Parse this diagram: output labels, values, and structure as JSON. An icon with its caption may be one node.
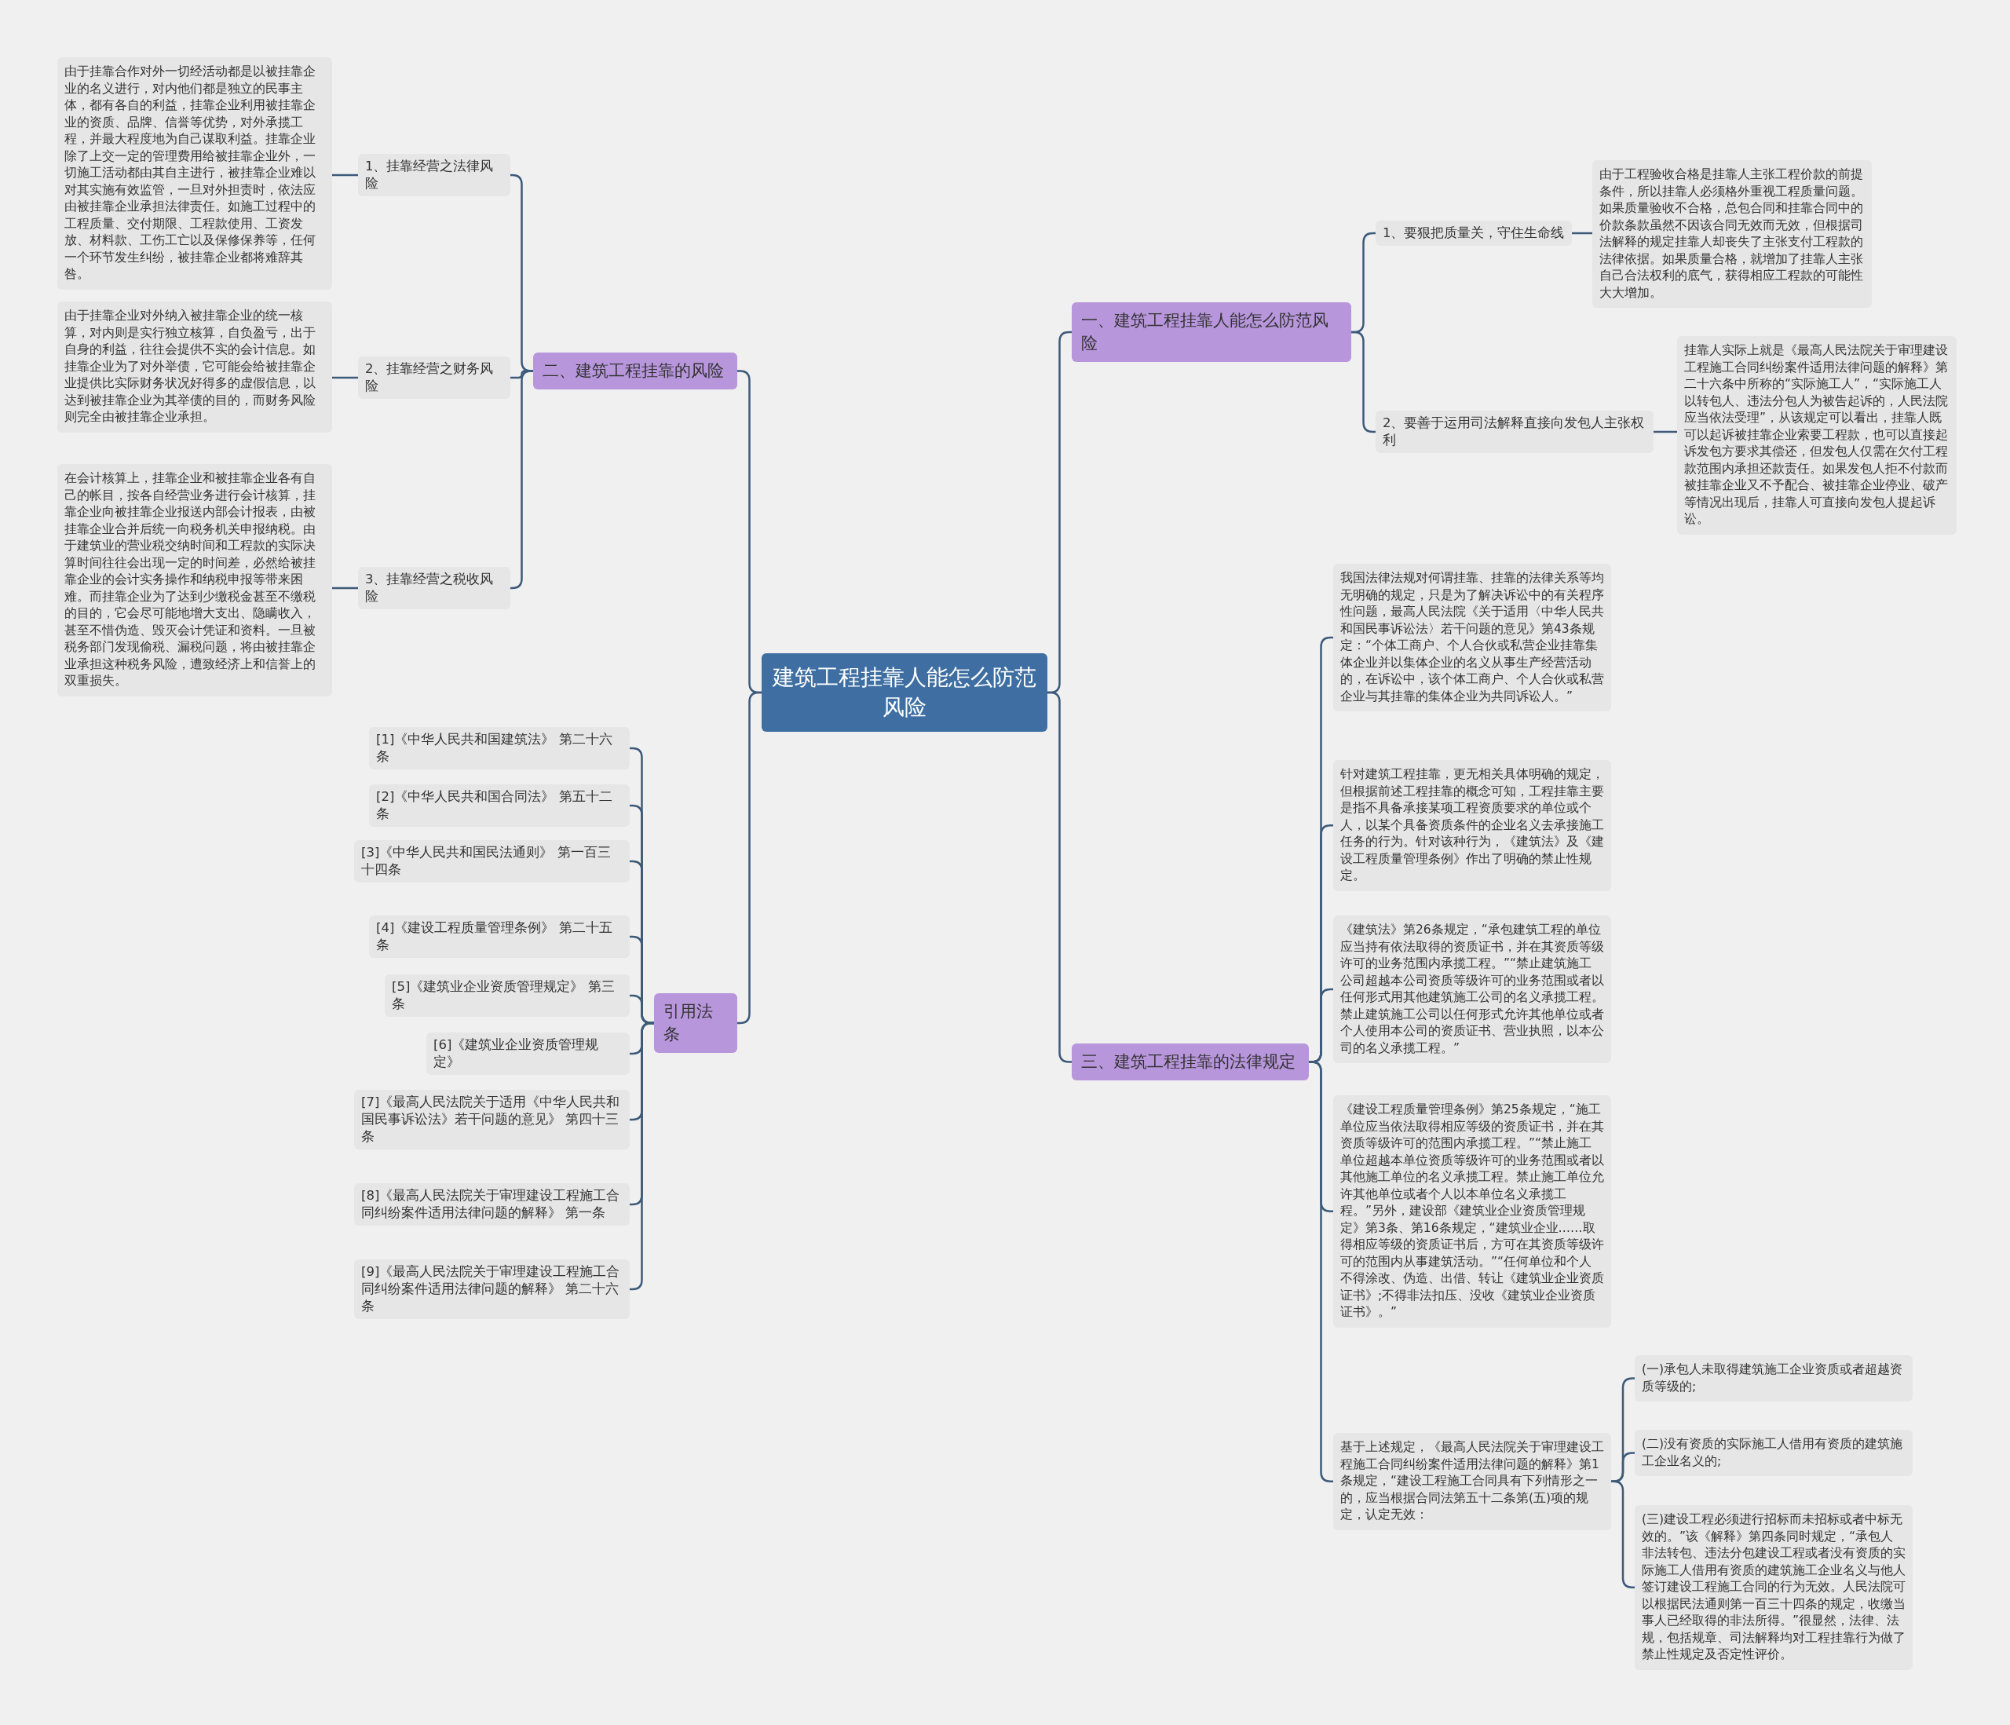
{
  "diagram": {
    "nodes": [
      {
        "text": [
          "建筑工程挂靠人能怎么防范风险"
        ]
      },
      {
        "text": [
          "一、建筑工程挂靠人能怎么防范风险"
        ]
      },
      {
        "text": [
          "1、要狠把质量关，守住生命线"
        ]
      },
      {
        "text": [
          "由于工程验收合格是挂靠人主张工程价款的前提条件，所以挂靠人必须格外重视工程质量问题。如果质量验收不合格，总包合同和挂靠合同中的价款条款虽然不因该合同无效而无效，但根据司法解释的规定挂靠人却丧失了主张支付工程款的法律依据。如果质量合格，就增加了挂靠人主张自己合法权利的底气，获得相应工程款的可能性大大增加。"
        ]
      },
      {
        "text": [
          "2、要善于运用司法解释直接向发包人主张权利"
        ]
      },
      {
        "text": [
          "挂靠人实际上就是《最高人民法院关于审理建设工程施工合同纠纷案件适用法律问题的解释》第二十六条中所称的“实际施工人”，“实际施工人以转包人、违法分包人为被告起诉的，人民法院应当依法受理”，从该规定可以看出，挂靠人既可以起诉被挂靠企业索要工程款，也可以直接起诉发包方要求其偿还，但发包人仅需在欠付工程款范围内承担还款责任。如果发包人拒不付款而被挂靠企业又不予配合、被挂靠企业停业、破产等情况出现后，挂靠人可直接向发包人提起诉讼。"
        ]
      },
      {
        "text": [
          "二、建筑工程挂靠的风险"
        ]
      },
      {
        "text": [
          "1、挂靠经营之法律风险"
        ]
      },
      {
        "text": [
          "由于挂靠合作对外一切经活动都是以被挂靠企业的名义进行，对内他们都是独立的民事主体，都有各自的利益，挂靠企业利用被挂靠企业的资质、品牌、信誉等优势，对外承揽工程，并最大程度地为自己谋取利益。挂靠企业除了上交一定的管理费用给被挂靠企业外，一切施工活动都由其自主进行，被挂靠企业难以对其实施有效监管，一旦对外担责时，依法应由被挂靠企业承担法律责任。如施工过程中的工程质量、交付期限、工程款使用、工资发放、材料款、工伤工亡以及保修保养等，任何一个环节发生纠纷，被挂靠企业都将难辞其咎。"
        ]
      },
      {
        "text": [
          "2、挂靠经营之财务风险"
        ]
      },
      {
        "text": [
          "由于挂靠企业对外纳入被挂靠企业的统一核算，对内则是实行独立核算，自负盈亏，出于自身的利益，往往会提供不实的会计信息。如挂靠企业为了对外举债，它可能会给被挂靠企业提供比实际财务状况好得多的虚假信息，以达到被挂靠企业为其举债的目的，而财务风险则完全由被挂靠企业承担。"
        ]
      },
      {
        "text": [
          "3、挂靠经营之税收风险"
        ]
      },
      {
        "text": [
          "在会计核算上，挂靠企业和被挂靠企业各有自己的帐目，按各自经营业务进行会计核算，挂靠企业向被挂靠企业报送内部会计报表，由被挂靠企业合并后统一向税务机关申报纳税。由于建筑业的营业税交纳时间和工程款的实际决算时间往往会出现一定的时间差，必然给被挂靠企业的会计实务操作和纳税申报等带来困难。而挂靠企业为了达到少缴税金甚至不缴税的目的，它会尽可能地增大支出、隐瞒收入，甚至不惜伪造、毁灭会计凭证和资料。一旦被税务部门发现偷税、漏税问题，将由被挂靠企业承担这种税务风险，遭致经济上和信誉上的双重损失。"
        ]
      },
      {
        "text": [
          "三、建筑工程挂靠的法律规定"
        ]
      },
      {
        "text": [
          "我国法律法规对何谓挂靠、挂靠的法律关系等均无明确的规定，只是为了解决诉讼中的有关程序性问题，最高人民法院《关于适用〈中华人民共和国民事诉讼法〉若干问题的意见》第43条规定：“个体工商户、个人合伙或私营企业挂靠集体企业并以集体企业的名义从事生产经营活动的，在诉讼中，该个体工商户、个人合伙或私营企业与其挂靠的集体企业为共同诉讼人。”"
        ]
      },
      {
        "text": [
          "针对建筑工程挂靠，更无相关具体明确的规定，但根据前述工程挂靠的概念可知，工程挂靠主要是指不具备承接某项工程资质要求的单位或个人，以某个具备资质条件的企业名义去承接施工任务的行为。针对该种行为，《建筑法》及《建设工程质量管理条例》作出了明确的禁止性规定。"
        ]
      },
      {
        "text": [
          "《建筑法》第26条规定，“承包建筑工程的单位应当持有依法取得的资质证书，并在其资质等级许可的业务范围内承揽工程。”“禁止建筑施工公司超越本公司资质等级许可的业务范围或者以任何形式用其他建筑施工公司的名义承揽工程。禁止建筑施工公司以任何形式允许其他单位或者个人使用本公司的资质证书、营业执照，以本公司的名义承揽工程。”"
        ]
      },
      {
        "text": [
          "《建设工程质量管理条例》第25条规定，“施工单位应当依法取得相应等级的资质证书，并在其资质等级许可的范围内承揽工程。”“禁止施工单位超越本单位资质等级许可的业务范围或者以其他施工单位的名义承揽工程。禁止施工单位允许其他单位或者个人以本单位名义承揽工程。”另外，建设部《建筑业企业资质管理规定》第3条、第16条规定，“建筑业企业……取得相应等级的资质证书后，方可在其资质等级许可的范围内从事建筑活动。”“任何单位和个人不得涂改、伪造、出借、转让《建筑业企业资质证书》;不得非法扣压、没收《建筑业企业资质证书》。”"
        ]
      },
      {
        "text": [
          "基于上述规定，《最高人民法院关于审理建设工程施工合同纠纷案件适用法律问题的解释》第1条规定，“建设工程施工合同具有下列情形之一的，应当根据合同法第五十二条第(五)项的规定，认定无效："
        ]
      },
      {
        "text": [
          "(一)承包人未取得建筑施工企业资质或者超越资质等级的;"
        ]
      },
      {
        "text": [
          "(二)没有资质的实际施工人借用有资质的建筑施工企业名义的;"
        ]
      },
      {
        "text": [
          "(三)建设工程必须进行招标而未招标或者中标无效的。”该《解释》第四条同时规定，“承包人非法转包、违法分包建设工程或者没有资质的实际施工人借用有资质的建筑施工企业名义与他人签订建设工程施工合同的行为无效。人民法院可以根据民法通则第一百三十四条的规定，收缴当事人已经取得的非法所得。”很显然，法律、法规，包括规章、司法解释均对工程挂靠行为做了禁止性规定及否定性评价。"
        ]
      },
      {
        "text": [
          "引用法条"
        ]
      },
      {
        "text": [
          "[1]《中华人民共和国建筑法》 第二十六条"
        ]
      },
      {
        "text": [
          "[2]《中华人民共和国合同法》 第五十二条"
        ]
      },
      {
        "text": [
          "[3]《中华人民共和国民法通则》 第一百三十四条"
        ]
      },
      {
        "text": [
          "[4]《建设工程质量管理条例》 第二十五条"
        ]
      },
      {
        "text": [
          "[5]《建筑业企业资质管理规定》 第三条"
        ]
      },
      {
        "text": [
          "[6]《建筑业企业资质管理规定》"
        ]
      },
      {
        "text": [
          "[7]《最高人民法院关于适用《中华人民共和国民事诉讼法》若干问题的意见》 第四十三条"
        ]
      },
      {
        "text": [
          "[8]《最高人民法院关于审理建设工程施工合同纠纷案件适用法律问题的解释》 第一条"
        ]
      },
      {
        "text": [
          "[9]《最高人民法院关于审理建设工程施工合同纠纷案件适用法律问题的解释》 第二十六条"
        ]
      }
    ],
    "edges": [
      {
        "from": 0,
        "to": 1,
        "arrow": "none"
      },
      {
        "from": 1,
        "to": 2,
        "arrow": "none"
      },
      {
        "from": 2,
        "to": 3,
        "arrow": "none"
      },
      {
        "from": 1,
        "to": 4,
        "arrow": "none"
      },
      {
        "from": 4,
        "to": 5,
        "arrow": "none"
      },
      {
        "from": 0,
        "to": 6,
        "arrow": "none"
      },
      {
        "from": 6,
        "to": 7,
        "arrow": "none"
      },
      {
        "from": 7,
        "to": 8,
        "arrow": "none"
      },
      {
        "from": 6,
        "to": 9,
        "arrow": "none"
      },
      {
        "from": 9,
        "to": 10,
        "arrow": "none"
      },
      {
        "from": 6,
        "to": 11,
        "arrow": "none"
      },
      {
        "from": 11,
        "to": 12,
        "arrow": "none"
      },
      {
        "from": 0,
        "to": 13,
        "arrow": "none"
      },
      {
        "from": 13,
        "to": 14,
        "arrow": "none"
      },
      {
        "from": 13,
        "to": 15,
        "arrow": "none"
      },
      {
        "from": 13,
        "to": 16,
        "arrow": "none"
      },
      {
        "from": 13,
        "to": 17,
        "arrow": "none"
      },
      {
        "from": 13,
        "to": 18,
        "arrow": "none"
      },
      {
        "from": 18,
        "to": 19,
        "arrow": "none"
      },
      {
        "from": 18,
        "to": 20,
        "arrow": "none"
      },
      {
        "from": 18,
        "to": 21,
        "arrow": "none"
      },
      {
        "from": 0,
        "to": 22,
        "arrow": "none"
      },
      {
        "from": 22,
        "to": 23,
        "arrow": "none"
      },
      {
        "from": 22,
        "to": 24,
        "arrow": "none"
      },
      {
        "from": 22,
        "to": 25,
        "arrow": "none"
      },
      {
        "from": 22,
        "to": 26,
        "arrow": "none"
      },
      {
        "from": 22,
        "to": 27,
        "arrow": "none"
      },
      {
        "from": 22,
        "to": 28,
        "arrow": "none"
      },
      {
        "from": 22,
        "to": 29,
        "arrow": "none"
      },
      {
        "from": 22,
        "to": 30,
        "arrow": "none"
      },
      {
        "from": 22,
        "to": 31,
        "arrow": "none"
      }
    ]
  }
}
